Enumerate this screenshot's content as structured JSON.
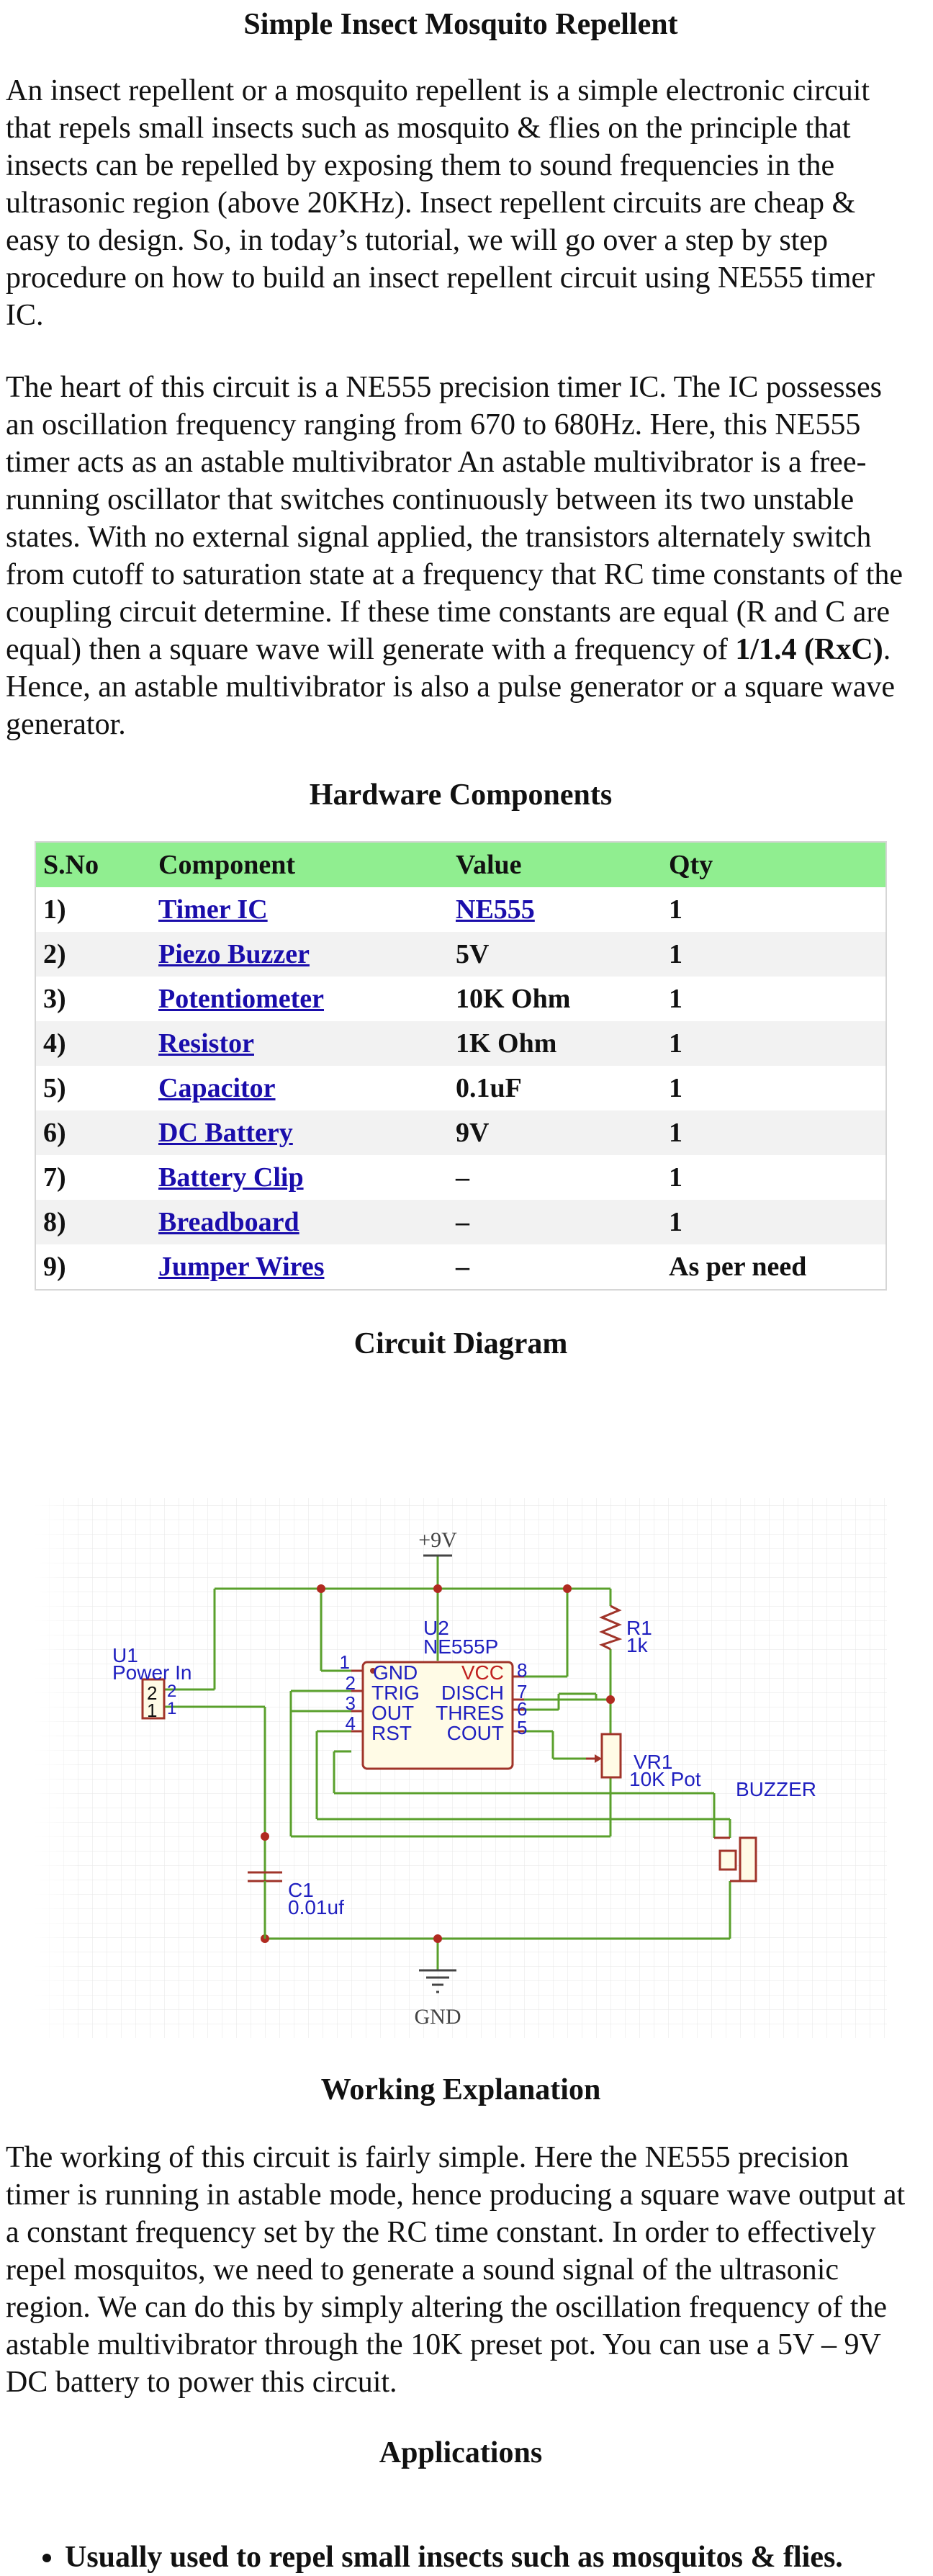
{
  "title": "Simple Insect Mosquito Repellent",
  "intro": "An insect repellent or a mosquito repellent is a simple electronic circuit that repels small insects such as mosquito & flies on the principle that insects can be repelled by exposing them to sound frequencies in the ultrasonic region (above 20KHz). Insect repellent circuits are cheap & easy to design. So, in today’s tutorial, we will go over a step by step procedure on how to build an insect repellent circuit using NE555 timer IC.",
  "heart": {
    "before": "The heart of this circuit is a NE555 precision timer IC. The IC possesses an oscillation frequency ranging from 670 to 680Hz. Here, this NE555 timer acts as an astable multivibrator An astable multivibrator is a free-running oscillator that switches continuously between its two unstable states. With no external signal applied, the transistors alternately switch from cutoff to saturation state at a frequency that RC time constants of the coupling circuit determine. If these time constants are equal (R and C are equal) then a square wave will generate with a frequency of ",
    "formula": "1/1.4 (RxC)",
    "after": ". Hence, an astable multivibrator is also a pulse generator or a square wave generator."
  },
  "hardware": {
    "heading": "Hardware Components",
    "columns": [
      "S.No",
      "Component",
      "Value",
      "Qty"
    ],
    "rows": [
      {
        "sno": "1)",
        "component": "Timer IC",
        "value": "NE555",
        "qty": "1",
        "value_link": true
      },
      {
        "sno": "2)",
        "component": "Piezo Buzzer",
        "value": "5V",
        "qty": "1",
        "value_link": false
      },
      {
        "sno": "3)",
        "component": "Potentiometer",
        "value": "10K Ohm",
        "qty": "1",
        "value_link": false
      },
      {
        "sno": "4)",
        "component": "Resistor",
        "value": "1K Ohm",
        "qty": "1",
        "value_link": false
      },
      {
        "sno": "5)",
        "component": "Capacitor",
        "value": "0.1uF",
        "qty": "1",
        "value_link": false
      },
      {
        "sno": "6)",
        "component": "DC Battery",
        "value": "9V",
        "qty": "1",
        "value_link": false
      },
      {
        "sno": "7)",
        "component": "Battery Clip",
        "value": "–",
        "qty": "1",
        "value_link": false
      },
      {
        "sno": "8)",
        "component": "Breadboard",
        "value": "–",
        "qty": "1",
        "value_link": false
      },
      {
        "sno": "9)",
        "component": "Jumper Wires",
        "value": "–",
        "qty": "As per need",
        "value_link": false
      }
    ]
  },
  "circuit": {
    "heading": "Circuit Diagram",
    "labels": {
      "vplus": "+9V",
      "gnd_bottom": "GND",
      "u2": "U2",
      "u2_part": "NE555P",
      "r1": "R1",
      "r1_val": "1k",
      "u1": "U1",
      "u1_val": "Power In",
      "vr1": "VR1",
      "vr1_val": "10K Pot",
      "buzzer": "BUZZER",
      "c1": "C1",
      "c1_val": "0.01uf",
      "pin_gnd": "GND",
      "pin_trig": "TRIG",
      "pin_out": "OUT",
      "pin_rst": "RST",
      "pin_vcc": "VCC",
      "pin_disch": "DISCH",
      "pin_thres": "THRES",
      "pin_cout": "COUT",
      "n1": "1",
      "n2": "2",
      "n3": "3",
      "n4": "4",
      "n5": "5",
      "n6": "6",
      "n7": "7",
      "n8": "8"
    },
    "colors": {
      "wire": "#5aa02c",
      "component": "#a0342a",
      "pin_num": "#2020c0",
      "grid": "#e6e6e6"
    }
  },
  "working": {
    "heading": "Working Explanation",
    "text": "The working of this circuit is fairly simple. Here the NE555 precision timer is running in astable mode, hence producing a square wave output at a constant frequency set by the RC time constant. In order to effectively repel mosquitos, we need to generate a sound signal of the ultrasonic region. We can do this by simply altering the oscillation frequency of the astable multivibrator through the 10K preset pot. You can use a 5V – 9V DC battery to power this circuit."
  },
  "applications": {
    "heading": "Applications",
    "items": [
      "Usually used to repel small insects such as mosquitos & flies."
    ]
  }
}
